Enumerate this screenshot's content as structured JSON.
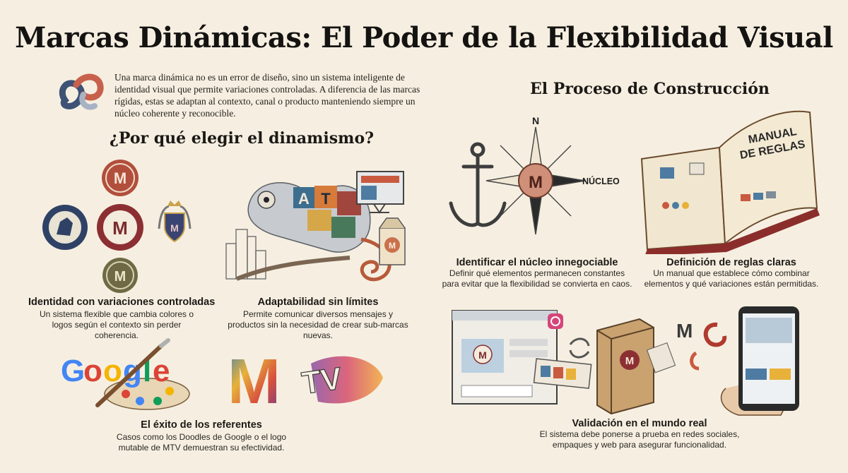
{
  "title": "Marcas Dinámicas: El Poder de la Flexibilidad Visual",
  "intro": "Una marca dinámica no es un error de diseño, sino un sistema inteligente de identidad visual que permite variaciones controladas. A diferencia de las marcas rígidas, estas se adaptan al contexto, canal o producto manteniendo siempre un núcleo coherente y reconocible.",
  "left": {
    "heading": "¿Por qué elegir el dinamismo?",
    "items": [
      {
        "title": "Identidad con variaciones controladas",
        "desc": "Un sistema flexible que cambia colores o logos según el contexto sin perder coherencia."
      },
      {
        "title": "Adaptabilidad sin límites",
        "desc": "Permite comunicar diversos mensajes y productos sin la necesidad de crear sub-marcas nuevas."
      },
      {
        "title": "El éxito de los referentes",
        "desc": "Casos como los Doodles de Google o el logo mutable de MTV demuestran su efectividad."
      }
    ]
  },
  "right": {
    "heading": "El Proceso de Construcción",
    "items": [
      {
        "title": "Identificar el núcleo innegociable",
        "desc": "Definir qué elementos permanecen constantes para evitar que la flexibilidad se convierta en caos."
      },
      {
        "title": "Definición de reglas claras",
        "desc": "Un manual que establece cómo combinar elementos y qué variaciones están permitidas."
      },
      {
        "title": "Validación en el mundo real",
        "desc": "El sistema debe ponerse a prueba en redes sociales, empaques y web para asegurar funcionalidad."
      }
    ]
  },
  "labels": {
    "compass_n": "N",
    "nucleo": "NÚCLEO",
    "manual_1": "MANUAL",
    "manual_2": "DE REGLAS",
    "google": [
      "G",
      "o",
      "o",
      "g",
      "l",
      "e"
    ],
    "mtv_m": "M",
    "mtv_tv": "TV",
    "seal": "M",
    "chameleon_letters": [
      "A",
      "T"
    ]
  },
  "colors": {
    "background": "#f6efe1",
    "seal_red": "#b14f3c",
    "seal_navy": "#2f4266",
    "seal_olive": "#6f6a45",
    "google_blue": "#4285f4",
    "google_red": "#db4437",
    "google_yellow": "#f4b400",
    "google_green": "#0f9d58"
  }
}
